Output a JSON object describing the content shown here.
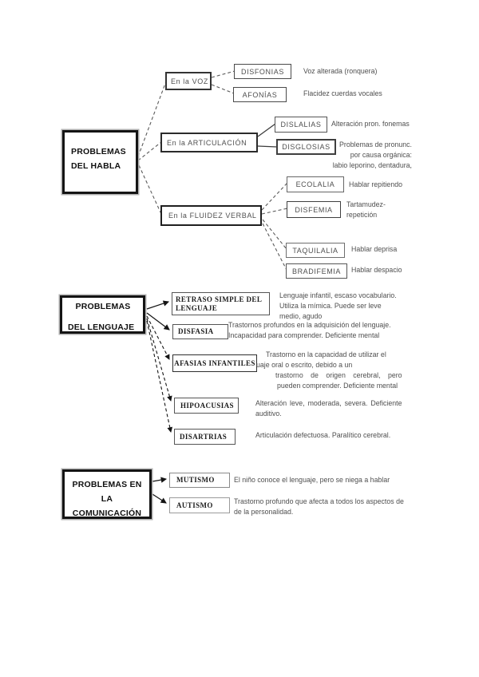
{
  "colors": {
    "ink": "#141414",
    "muted": "#4f4f4f",
    "line": "#5a5a5a",
    "background": "#ffffff"
  },
  "sections": {
    "habla": {
      "title": "PROBLEMAS\nDEL HABLA",
      "voz": {
        "label": "En la VOZ"
      },
      "disfonias": {
        "label": "DISFONIAS",
        "desc": "Voz alterada (ronquera)"
      },
      "afonias": {
        "label": "AFONÍAS",
        "desc": "Flacidez cuerdas vocales"
      },
      "articulacion": {
        "label": "En la ARTICULACIÓN"
      },
      "dislalias": {
        "label": "DISLALIAS",
        "desc": "Alteración pron. fonemas"
      },
      "disglosias": {
        "label": "DISGLOSIAS",
        "desc": "Problemas de pronunc.\npor causa orgánica:\nlabio leporino, dentadura,"
      },
      "fluidez": {
        "label": "En la FLUIDEZ VERBAL"
      },
      "ecolalia": {
        "label": "ECOLALIA",
        "desc": "Hablar repitiendo"
      },
      "disfemia": {
        "label": "DISFEMIA",
        "desc": "Tartamudez-\nrepetición"
      },
      "taquilalia": {
        "label": "TAQUILALIA",
        "desc": "Hablar deprisa"
      },
      "bradifemia": {
        "label": "BRADIFEMIA",
        "desc": "Hablar despacio"
      }
    },
    "lenguaje": {
      "title_line1": "PROBLEMAS",
      "title_line2": "DEL LENGUAJE",
      "retraso": {
        "label": "RETRASO SIMPLE DEL\nLENGUAJE",
        "desc": "Lenguaje infantil, escaso vocabulario.\nUtiliza la mímica. Puede ser leve\nmedio, agudo"
      },
      "disfasia": {
        "label": "DISFASIA",
        "desc": "Trastornos profundos en la adquisición del lenguaje.\nIncapacidad para comprender. Deficiente mental"
      },
      "afasias": {
        "label": "AFASIAS INFANTILES",
        "desc_line1": "Trastorno en la capacidad de utilizar el",
        "desc_line2": "uaje oral o escrito, debido a un",
        "desc_line3": "trastorno de origen cerebral, pero",
        "desc_line4": "pueden comprender. Deficiente mental"
      },
      "hipoacusias": {
        "label": "HIPOACUSIAS",
        "desc": "Alteración leve, moderada, severa. Deficiente\nauditivo."
      },
      "disartrias": {
        "label": "DISARTRIAS",
        "desc": "Articulación defectuosa. Paralítico cerebral."
      }
    },
    "comunicacion": {
      "title": "PROBLEMAS EN LA\nCOMUNICACIÓN",
      "mutismo": {
        "label": "MUTISMO",
        "desc": "El niño conoce el lenguaje, pero se niega a hablar"
      },
      "autismo": {
        "label": "AUTISMO",
        "desc": "Trastorno profundo que afecta a todos los aspectos de\nde la personalidad."
      }
    }
  }
}
